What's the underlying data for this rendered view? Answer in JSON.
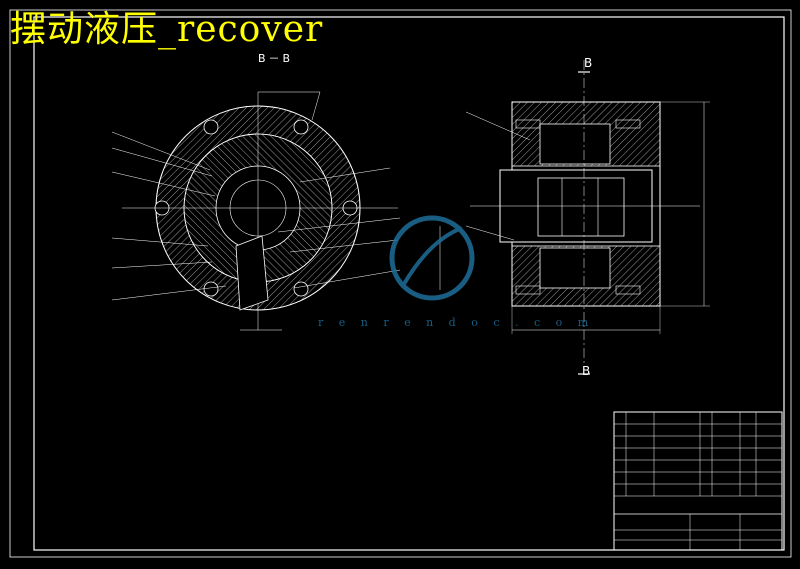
{
  "drawing": {
    "title_overlay": "摆动液压_recover",
    "section_label": "B－B",
    "section_mark_top": "B",
    "section_mark_bottom": "B",
    "watermark_text": "r e n r e n d o c . c o m",
    "colors": {
      "background": "#000000",
      "lines": "#ffffff",
      "title_text": "#ffff00",
      "watermark": "#1e6e9a"
    }
  }
}
